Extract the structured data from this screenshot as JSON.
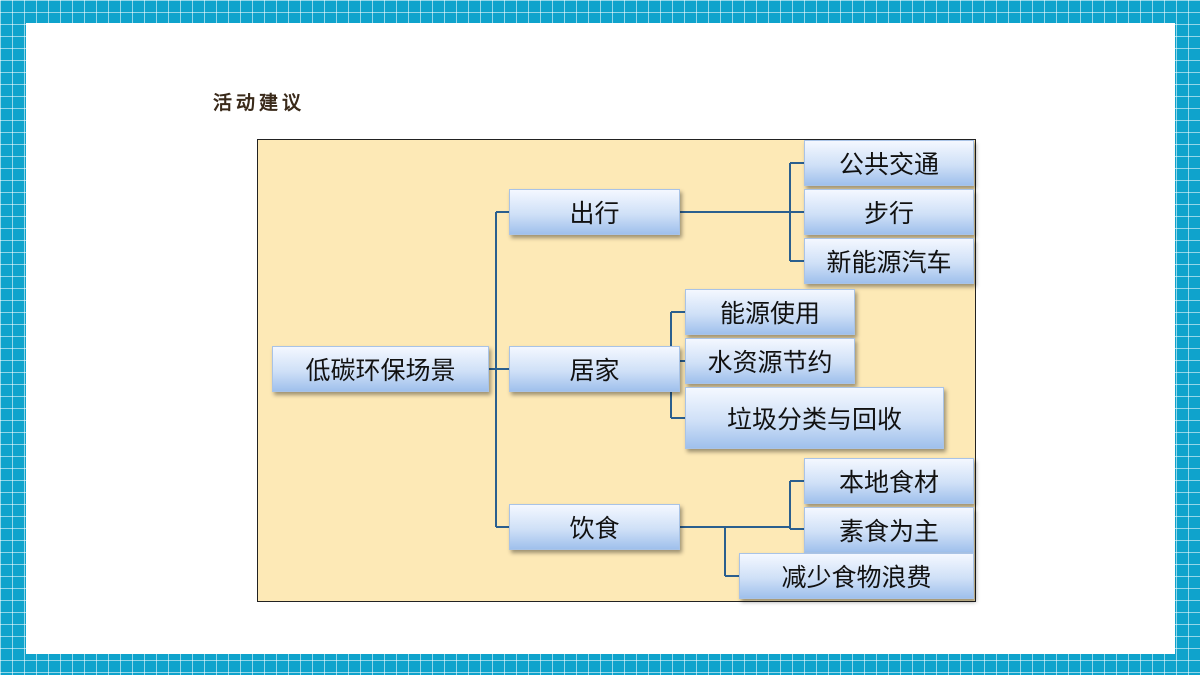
{
  "slide": {
    "title": "活动建议"
  },
  "diagram": {
    "root": "低碳环保场景",
    "branches": [
      {
        "label": "出行",
        "children": [
          "公共交通",
          "步行",
          "新能源汽车"
        ]
      },
      {
        "label": "居家",
        "children": [
          "能源使用",
          "水资源节约",
          "垃圾分类与回收"
        ]
      },
      {
        "label": "饮食",
        "children": [
          "本地食材",
          "素食为主",
          "减少食物浪费"
        ]
      }
    ]
  },
  "colors": {
    "frame": "#0fa3cc",
    "diagram_background": "#fde9b6",
    "connector": "#2b5f8e",
    "node_fill": "#cfe0f7"
  }
}
